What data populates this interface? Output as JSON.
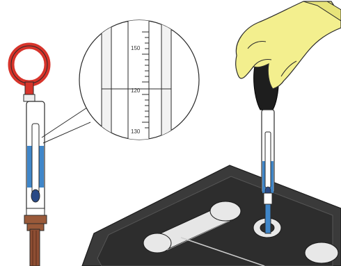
{
  "colors": {
    "ring": "#d7342b",
    "electrolyte": "#3f86c9",
    "glove": "#f3ef8e",
    "battery_case": "#3a3a3a",
    "background": "#ffffff",
    "line": "#2a2a2a",
    "metal": "#e8e8e8",
    "rubber_tip": "#9a5a3a"
  },
  "scale_labels": [
    "150",
    "120",
    "130"
  ],
  "icons": [
    "hydrometer",
    "magnifier-callout",
    "gloved-hand",
    "battery"
  ]
}
